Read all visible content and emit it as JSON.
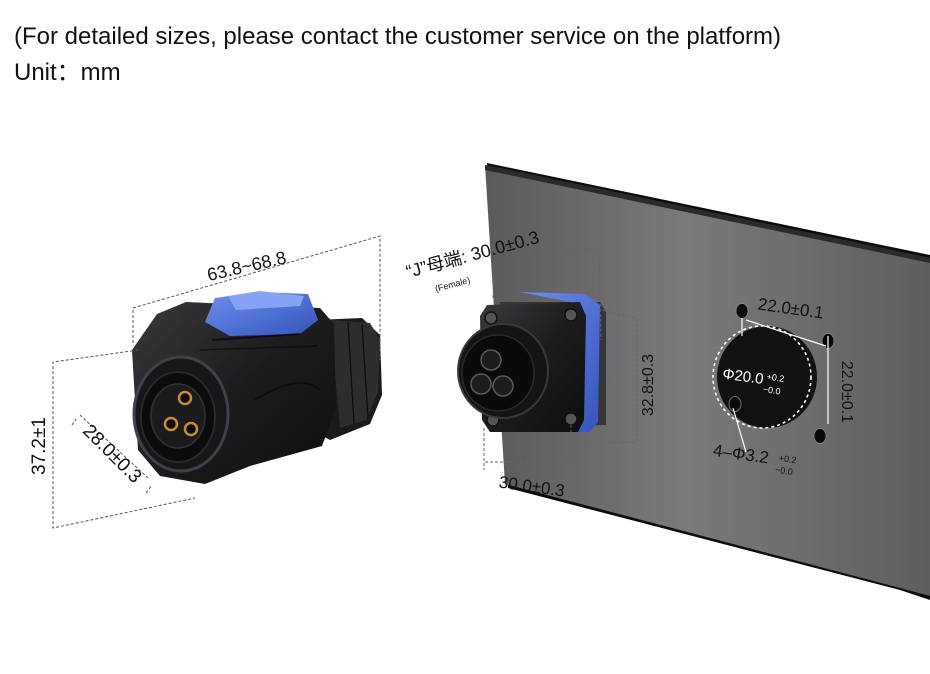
{
  "header": {
    "note": "(For detailed sizes, please contact the customer service on the platform)",
    "unit": "Unit：mm"
  },
  "plug": {
    "length": "63.8~68.8",
    "height": "37.2±1",
    "face": "28.0±0.3"
  },
  "socket": {
    "label": "“J”母端: 30.0±0.3",
    "sublabel": "(Female)",
    "width": "30.0±0.3",
    "height": "32.8±0.3"
  },
  "panel": {
    "hole_spacing_h": "22.0±0.1",
    "hole_spacing_v": "22.0±0.1",
    "center_hole": "Φ20.0",
    "center_tol_plus": "+0.2",
    "center_tol_minus": "−0.0",
    "mount_holes": "4–Φ3.2",
    "mount_tol_plus": "+0.2",
    "mount_tol_minus": "−0.0"
  },
  "colors": {
    "connector_body": "#1c1c1e",
    "latch_blue": "#4a6fd6",
    "panel": "#6e6e70",
    "contact_gold": "#c98a3a"
  }
}
